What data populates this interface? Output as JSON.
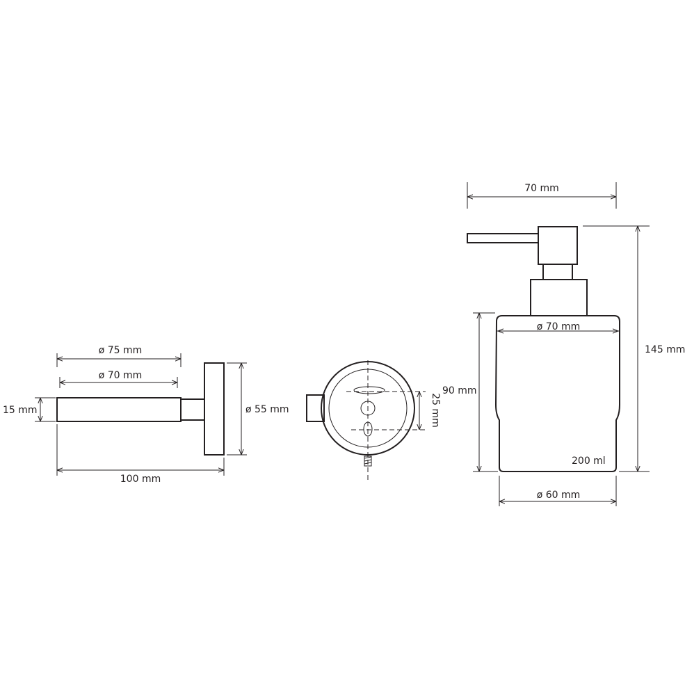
{
  "side_view": {
    "dim_diameter_75": "ø 75 mm",
    "dim_diameter_70": "ø 70 mm",
    "dim_height_15": "15 mm",
    "dim_diameter_55": "ø 55 mm",
    "dim_length_100": "100 mm"
  },
  "rear_view": {
    "dim_hole_spacing_25": "25 mm"
  },
  "dispenser_view": {
    "dim_top_width_70": "70 mm",
    "dim_bottle_diameter_70": "ø 70 mm",
    "dim_bottle_height_90": "90 mm",
    "dim_total_height_145": "145 mm",
    "capacity_label": "200 ml",
    "dim_base_diameter_60": "ø 60 mm"
  }
}
